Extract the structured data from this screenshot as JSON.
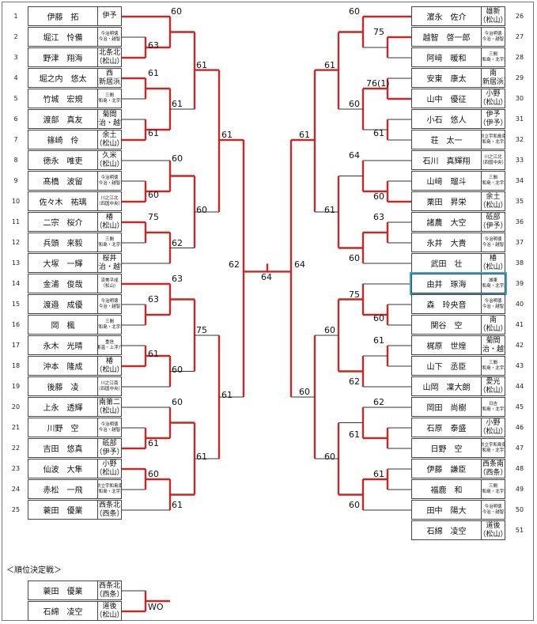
{
  "section_title": "＜順位決定戦＞",
  "left_players": [
    {
      "no": "1",
      "name": "伊藤　拓",
      "club": [
        "伊予",
        ""
      ]
    },
    {
      "no": "2",
      "name": "堀江　怜備",
      "club": [
        "今治明徳",
        "今治・越智"
      ]
    },
    {
      "no": "3",
      "name": "野津　翔海",
      "club": [
        "北条北",
        "（松山）"
      ]
    },
    {
      "no": "4",
      "name": "堀之内　悠太",
      "club": [
        "西",
        "（新居浜）"
      ]
    },
    {
      "no": "5",
      "name": "竹城　宏規",
      "club": [
        "三間",
        "宇和島・北宇和"
      ]
    },
    {
      "no": "6",
      "name": "渡部　真友",
      "club": [
        "菊間",
        "今治・越智"
      ]
    },
    {
      "no": "7",
      "name": "篠崎　伶",
      "club": [
        "余土",
        "（松山）"
      ]
    },
    {
      "no": "8",
      "name": "徳永　唯吏",
      "club": [
        "久米",
        "（松山）"
      ]
    },
    {
      "no": "9",
      "name": "髙橋　波留",
      "club": [
        "今治明徳",
        "今治・越智"
      ]
    },
    {
      "no": "10",
      "name": "佐々木　祐璃",
      "club": [
        "川之江北",
        "（四国中央）"
      ]
    },
    {
      "no": "11",
      "name": "二宗　桜介",
      "club": [
        "椿",
        "（松山）"
      ]
    },
    {
      "no": "12",
      "name": "兵頭　来毅",
      "club": [
        "三間",
        "宇和島・北宇和"
      ]
    },
    {
      "no": "13",
      "name": "大塚　一輝",
      "club": [
        "桜井",
        "今治・越智"
      ]
    },
    {
      "no": "14",
      "name": "金浦　俊哉",
      "club": [
        "済美平成",
        "（松山）"
      ]
    },
    {
      "no": "15",
      "name": "渡邉　成優",
      "club": [
        "今治明徳",
        "今治・越智"
      ]
    },
    {
      "no": "16",
      "name": "岡　楓",
      "club": [
        "三間",
        "宇和島・北宇和"
      ]
    },
    {
      "no": "17",
      "name": "永木　光晴",
      "club": [
        "重信",
        "東温・上浮穴"
      ]
    },
    {
      "no": "18",
      "name": "沖本　隆成",
      "club": [
        "椿",
        "（松山）"
      ]
    },
    {
      "no": "19",
      "name": "後藤　凌",
      "club": [
        "川之江南",
        "（四国中央）"
      ]
    },
    {
      "no": "20",
      "name": "上永　透輝",
      "club": [
        "南第二",
        "（松山）"
      ]
    },
    {
      "no": "21",
      "name": "川野　空",
      "club": [
        "今治明徳",
        "今治・越智"
      ]
    },
    {
      "no": "22",
      "name": "吉田　悠真",
      "club": [
        "砥部",
        "（伊予）"
      ]
    },
    {
      "no": "23",
      "name": "仙波　大隼",
      "club": [
        "小野",
        "（松山）"
      ]
    },
    {
      "no": "24",
      "name": "赤松　一飛",
      "club": [
        "県立宇和島南",
        "宇和島・北宇和"
      ]
    },
    {
      "no": "25",
      "name": "蓑田　優業",
      "club": [
        "西条北",
        "（西条）"
      ]
    }
  ],
  "right_players": [
    {
      "no": "26",
      "name": "濵永　佐介",
      "club": [
        "雄新",
        "（松山）"
      ]
    },
    {
      "no": "27",
      "name": "越智　啓一郎",
      "club": [
        "今治明徳",
        "今治・越智"
      ]
    },
    {
      "no": "28",
      "name": "阿﨑　暖和",
      "club": [
        "三間",
        "宇和島・北宇和"
      ]
    },
    {
      "no": "29",
      "name": "安東　康太",
      "club": [
        "南",
        "（新居浜）"
      ]
    },
    {
      "no": "30",
      "name": "山中　優征",
      "club": [
        "小野",
        "（松山）"
      ]
    },
    {
      "no": "31",
      "name": "小石　悠人",
      "club": [
        "伊予",
        "（伊予）"
      ]
    },
    {
      "no": "32",
      "name": "荘　太一",
      "club": [
        "県立宇和島南",
        "宇和島・北宇和"
      ]
    },
    {
      "no": "33",
      "name": "石川　真輝翔",
      "club": [
        "川之江北",
        "（四国中央）"
      ]
    },
    {
      "no": "34",
      "name": "山﨑　瑠斗",
      "club": [
        "三間",
        "宇和島・北宇和"
      ]
    },
    {
      "no": "35",
      "name": "栗田　昇栄",
      "club": [
        "余土",
        "（松山）"
      ]
    },
    {
      "no": "36",
      "name": "諸農　大空",
      "club": [
        "砥部",
        "（伊予）"
      ]
    },
    {
      "no": "37",
      "name": "永井　大貴",
      "club": [
        "今治明徳",
        "今治・越智"
      ]
    },
    {
      "no": "38",
      "name": "武田　壮",
      "club": [
        "椿",
        "（松山）"
      ]
    },
    {
      "no": "39",
      "name": "由井　琢海",
      "club": [
        "城東",
        "宇和島・北宇和"
      ]
    },
    {
      "no": "40",
      "name": "森　玲央音",
      "club": [
        "今治明徳",
        "今治・越智"
      ]
    },
    {
      "no": "41",
      "name": "関谷　空",
      "club": [
        "南",
        "（松山）"
      ]
    },
    {
      "no": "42",
      "name": "梶原　世煌",
      "club": [
        "菊間",
        "今治・越智"
      ]
    },
    {
      "no": "43",
      "name": "山下　丞臣",
      "club": [
        "三間",
        "宇和島・北宇和"
      ]
    },
    {
      "no": "44",
      "name": "山岡　凜大朗",
      "club": [
        "愛光",
        "（松山）"
      ]
    },
    {
      "no": "45",
      "name": "岡田　尚樹",
      "club": [
        "日吉",
        "宇和島・北宇和"
      ]
    },
    {
      "no": "46",
      "name": "石原　泰盛",
      "club": [
        "小野",
        "（松山）"
      ]
    },
    {
      "no": "47",
      "name": "日野　空",
      "club": [
        "県立宇和島南",
        "宇和島・北宇和"
      ]
    },
    {
      "no": "48",
      "name": "伊藤　謙臣",
      "club": [
        "西条南",
        "（西条）"
      ]
    },
    {
      "no": "49",
      "name": "福鹿　和",
      "club": [
        "三間",
        "宇和島・北宇和"
      ]
    },
    {
      "no": "50",
      "name": "田中　陽大",
      "club": [
        "今治明徳",
        "今治・越智"
      ]
    },
    {
      "no": "51",
      "name": "石綿　凌空",
      "club": [
        "道後",
        "（松山）"
      ]
    }
  ],
  "placement_players": [
    {
      "name": "蓑田　優業",
      "club": [
        "西条北",
        "（西条）"
      ]
    },
    {
      "name": "石綿　凌空",
      "club": [
        "道後",
        "（松山）"
      ]
    }
  ],
  "placement_result": "WO",
  "scores": {
    "L1": "60",
    "L2": "63",
    "L3": "61",
    "L4": "61",
    "L5": "61",
    "L6": "61",
    "L7": "60",
    "L8": "60",
    "L9": "75",
    "L10": "62",
    "L11": "60",
    "L12": "61",
    "L13": "63",
    "L14": "63",
    "L15": "61",
    "L16": "60",
    "L17": "60",
    "L18": "61",
    "L19": "60",
    "L20": "61",
    "L21": "61",
    "L22": "75",
    "L23": "61",
    "L24": "61",
    "L25": "60",
    "L26": "62",
    "F": "64",
    "R1": "60",
    "R2": "75",
    "R3": "76(1)",
    "R4": "61",
    "R5": "60",
    "R6": "61",
    "R7": "64",
    "R8": "60",
    "R9": "61",
    "R10": "63",
    "R11": "60",
    "R12": "61",
    "R13": "75",
    "R14": "60",
    "R15": "61",
    "R16": "60",
    "R17": "62",
    "R18": "61",
    "R19": "62",
    "R20": "61",
    "R21": "60",
    "R22": "61",
    "R23": "60",
    "R24": "60",
    "R25": "64"
  },
  "colors": {
    "win_line": "#c62828",
    "line": "#333333",
    "highlight": "#3aa6c9"
  }
}
